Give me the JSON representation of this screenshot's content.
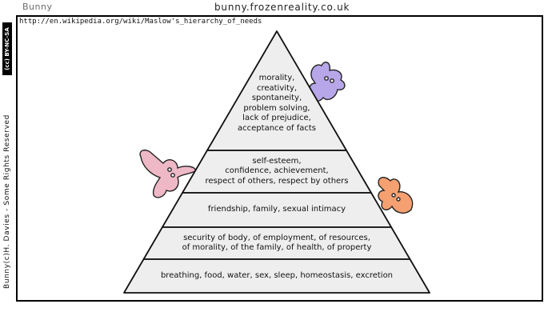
{
  "header": {
    "left_title": "Bunny",
    "site": "bunny.frozenreality.co.uk"
  },
  "url": "http://en.wikipedia.org/wiki/Maslow's_hierarchy_of_needs",
  "license_badge": "(cc) BY-NC-SA",
  "copyright": "Bunny(c)H. Davies - Some Rights Reserved",
  "pyramid": {
    "tiers": [
      {
        "lines": [
          "morality,",
          "creativity,",
          "spontaneity,",
          "problem solving,",
          "lack of prejudice,",
          "acceptance of facts"
        ]
      },
      {
        "lines": [
          "self-esteem,",
          "confidence, achievement,",
          "respect of others, respect by others"
        ]
      },
      {
        "lines": [
          "friendship, family, sexual intimacy"
        ]
      },
      {
        "lines": [
          "security of body, of employment, of resources,",
          "of morality, of the family, of health, of property"
        ]
      },
      {
        "lines": [
          "breathing, food, water, sex, sleep, homeostasis, excretion"
        ]
      }
    ]
  },
  "colors": {
    "tier_fill": "#eeeeee",
    "bunny_purple": "#b7a6e8",
    "bunny_pink": "#efb8c6",
    "bunny_orange": "#f4a070"
  }
}
